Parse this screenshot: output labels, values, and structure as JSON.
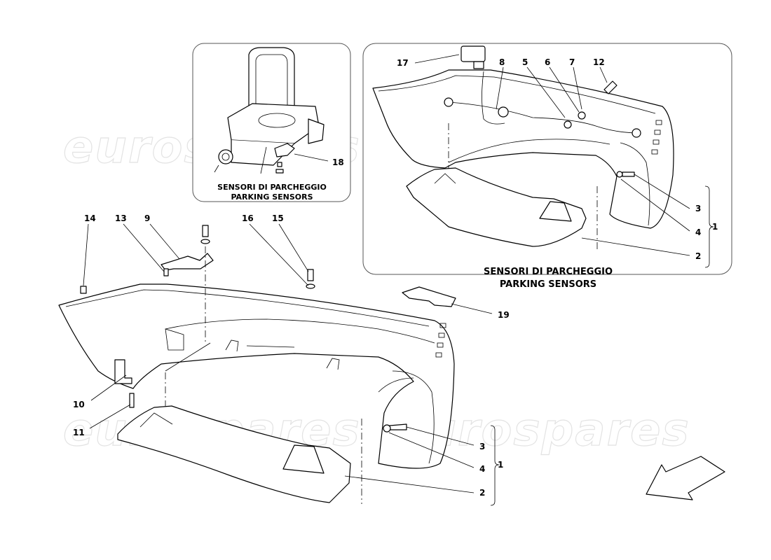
{
  "watermark": "eurospares",
  "insets": {
    "small_caption_line1": "SENSORI DI PARCHEGGIO",
    "small_caption_line2": "PARKING SENSORS",
    "large_caption_line1": "SENSORI DI PARCHEGGIO",
    "large_caption_line2": "PARKING SENSORS"
  },
  "callouts": {
    "c18": "18",
    "c17": "17",
    "c8": "8",
    "c5": "5",
    "c6": "6",
    "c7": "7",
    "c12": "12",
    "r3": "3",
    "r4": "4",
    "r1": "1",
    "r2": "2",
    "c14": "14",
    "c13": "13",
    "c9": "9",
    "c16": "16",
    "c15": "15",
    "c19": "19",
    "c10": "10",
    "c11": "11",
    "m3": "3",
    "m4": "4",
    "m1": "1",
    "m2": "2"
  }
}
